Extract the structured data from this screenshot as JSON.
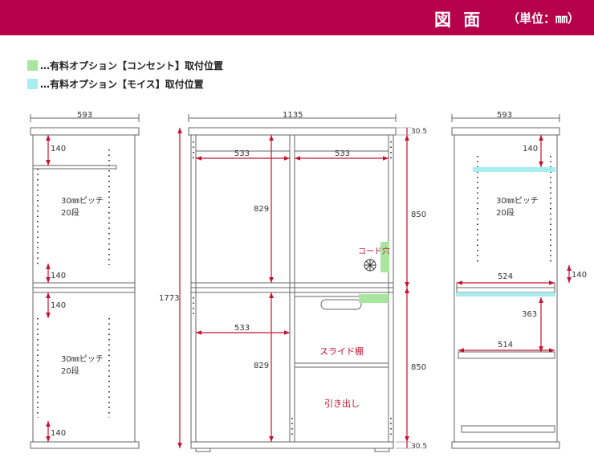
{
  "header": {
    "title": "図 面",
    "unit": "（単位：㎜）",
    "bg_color": "#b5004a"
  },
  "legend": [
    {
      "text": "…有料オプション【コンセント】取付位置",
      "color": "#a8e6a0"
    },
    {
      "text": "…有料オプション【モイス】取付位置",
      "color": "#a8eef0"
    }
  ],
  "left_view": {
    "width": "593",
    "top_gap": "140",
    "pitch": "30㎜ピッチ",
    "steps": "20段",
    "mid_gap1": "140",
    "mid_gap2": "140",
    "pitch2": "30㎜ピッチ",
    "steps2": "20段",
    "bottom_gap": "140"
  },
  "front_view": {
    "width": "1135",
    "height": "1773",
    "upper_left_width": "533",
    "upper_right_width": "533",
    "upper_height": "829",
    "lower_left_width": "533",
    "lower_height": "829",
    "top_plate": "30.5",
    "upper_section": "850",
    "lower_section": "850",
    "bottom_plate": "30.5",
    "cord_hole": "コード穴",
    "slide_shelf": "スライド棚",
    "drawer": "引き出し"
  },
  "right_view": {
    "width": "593",
    "top_gap": "140",
    "pitch": "30㎜ピッチ",
    "steps": "20段",
    "side_gap": "140",
    "shelf_width": "524",
    "inner_height": "363",
    "slide_width": "514"
  }
}
